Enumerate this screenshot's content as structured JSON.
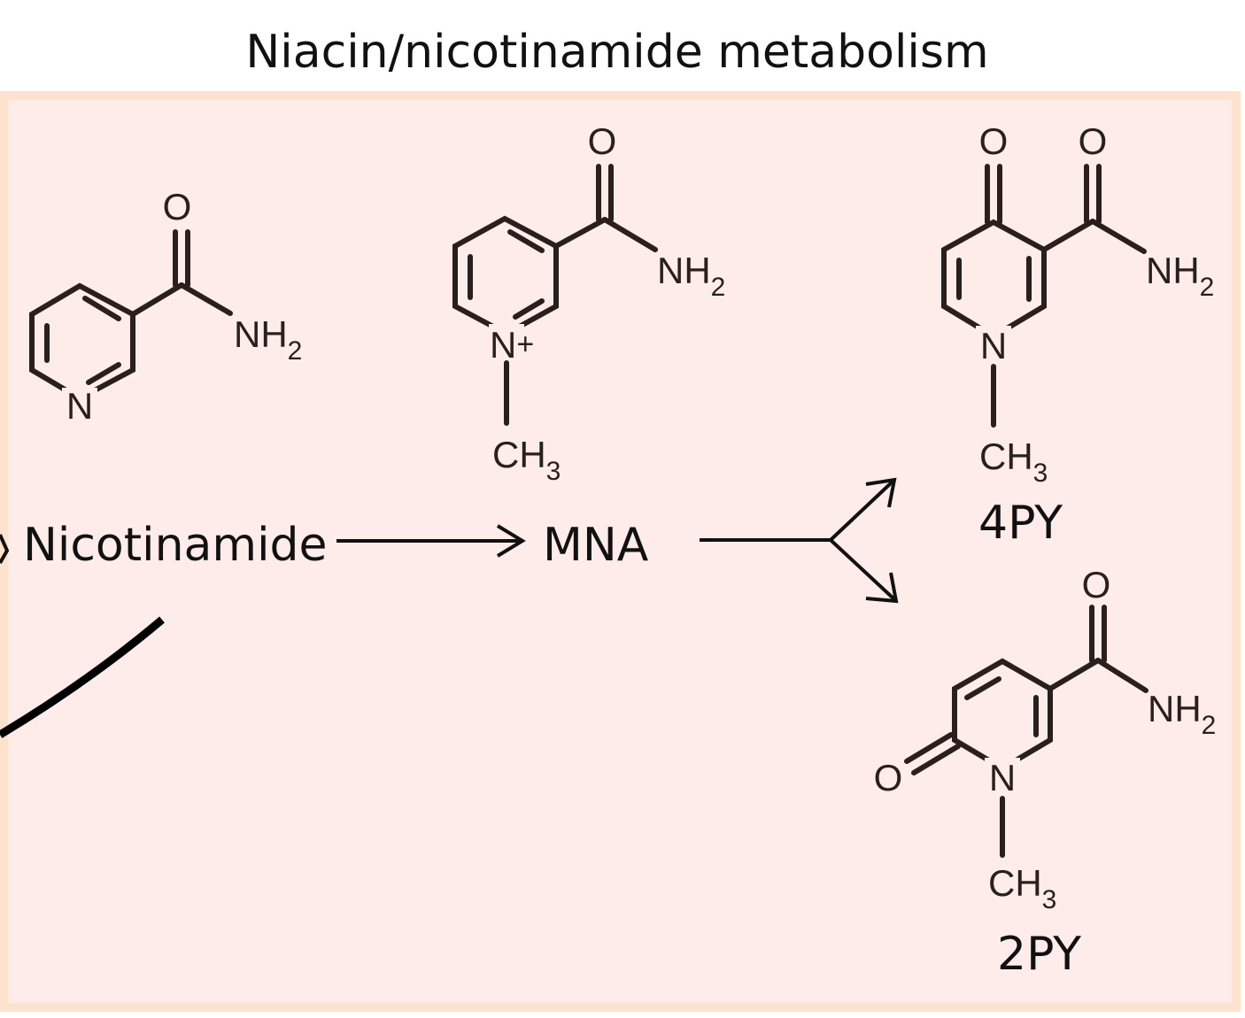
{
  "title": "Niacin/nicotinamide metabolism",
  "colors": {
    "panel_fill": "#fdecea",
    "panel_border": "#fde3cd",
    "structure_ink": "#2a1f1c",
    "text_ink": "#111111"
  },
  "compounds": {
    "nicotinamide": {
      "name": "Nicotinamide",
      "atoms": {
        "o": "O",
        "nh": "NH",
        "nh_sub": "2",
        "n": "N"
      }
    },
    "mna": {
      "name": "MNA",
      "atoms": {
        "o": "O",
        "nh": "NH",
        "nh_sub": "2",
        "n": "N",
        "charge": "+",
        "ch": "CH",
        "ch_sub": "3"
      }
    },
    "py4": {
      "name": "4PY",
      "atoms": {
        "o_keto": "O",
        "o_amide": "O",
        "nh": "NH",
        "nh_sub": "2",
        "n": "N",
        "ch": "CH",
        "ch_sub": "3"
      }
    },
    "py2": {
      "name": "2PY",
      "atoms": {
        "o_keto": "O",
        "o_amide": "O",
        "nh": "NH",
        "nh_sub": "2",
        "n": "N",
        "ch": "CH",
        "ch_sub": "3"
      }
    }
  },
  "arrows": [
    {
      "from": "nicotinamide",
      "to": "mna"
    },
    {
      "from": "mna",
      "to": [
        "py4",
        "py2"
      ]
    },
    {
      "from": "",
      "to": "nicotinamide"
    }
  ]
}
